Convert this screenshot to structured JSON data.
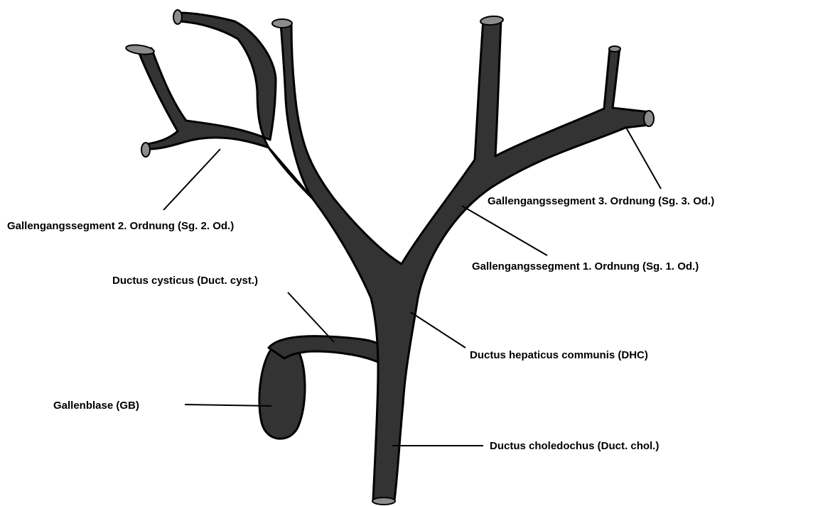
{
  "colors": {
    "duct_fill": "#333333",
    "duct_outline": "#000000",
    "cut_end_fill": "#8c8c8c",
    "background": "#ffffff",
    "leader_line": "#000000"
  },
  "labels": {
    "segment_order_2": "Gallengangssegment 2. Ordnung (Sg. 2. Od.)",
    "segment_order_3": "Gallengangssegment 3. Ordnung (Sg. 3. Od.)",
    "segment_order_1": "Gallengangssegment 1. Ordnung (Sg. 1. Od.)",
    "ductus_cysticus": "Ductus cysticus (Duct. cyst.)",
    "ductus_hepaticus_communis": "Ductus hepaticus communis (DHC)",
    "gallenblase": "Gallenblase (GB)",
    "ductus_choledochus": "Ductus choledochus (Duct. chol.)"
  }
}
